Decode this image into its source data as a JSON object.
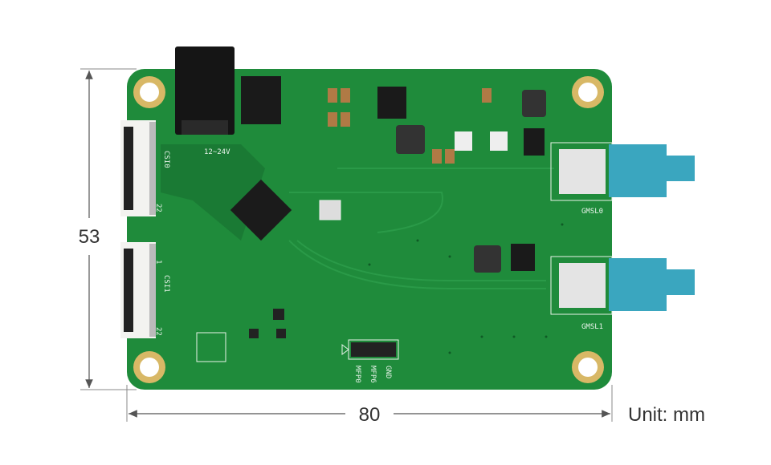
{
  "dimensions": {
    "height_label": "53",
    "width_label": "80",
    "unit_label": "Unit: mm"
  },
  "board": {
    "color": "#1f8b3b",
    "silkscreen": {
      "csi0": "CSI0",
      "csi1": "CSI1",
      "power": "12~24V",
      "gmsl0": "GMSL0",
      "gmsl1": "GMSL1",
      "pin_22_a": "22",
      "pin_22_b": "22",
      "pin_1": "1",
      "header_pins": [
        "MFP0",
        "MFP6",
        "GND"
      ]
    }
  },
  "colors": {
    "connector_blue": "#3aa6bf",
    "mounting_hole": "#d8b866",
    "dimension_line": "#555555"
  }
}
